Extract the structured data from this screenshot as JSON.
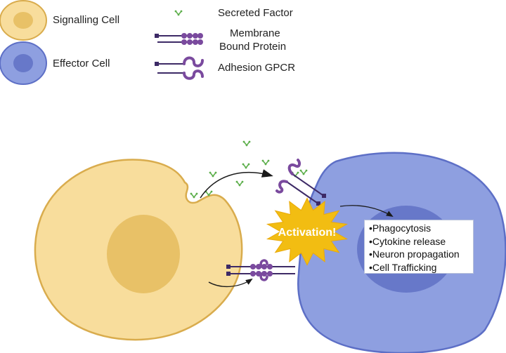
{
  "legend": {
    "signalling_cell": "Signalling Cell",
    "effector_cell": "Effector Cell",
    "secreted_factor": "Secreted Factor",
    "membrane_bound_protein_line1": "Membrane",
    "membrane_bound_protein_line2": "Bound Protein",
    "adhesion_gpcr": "Adhesion GPCR"
  },
  "diagram": {
    "activation_label": "Activation!",
    "effects": [
      "•Phagocytosis",
      "•Cytokine release",
      "•Neuron propagation",
      "•Cell Trafficking"
    ]
  },
  "colors": {
    "signalling_cell_fill": "#f8dd9c",
    "signalling_cell_nucleus": "#e8c167",
    "signalling_cell_border": "#d9ac4d",
    "effector_cell_fill": "#8e9fe0",
    "effector_cell_nucleus": "#6778c9",
    "effector_cell_border": "#5d6fc6",
    "receptor": "#5a2f7e",
    "protein_bead": "#7a4a9e",
    "secreted_factor": "#5cae4a",
    "activation_burst": "#f2bd12",
    "activation_text": "#ffffff"
  },
  "icons": [
    "secreted-factor-icon",
    "membrane-bound-protein-icon",
    "adhesion-gpcr-icon",
    "activation-burst-icon",
    "arrow-icon"
  ]
}
